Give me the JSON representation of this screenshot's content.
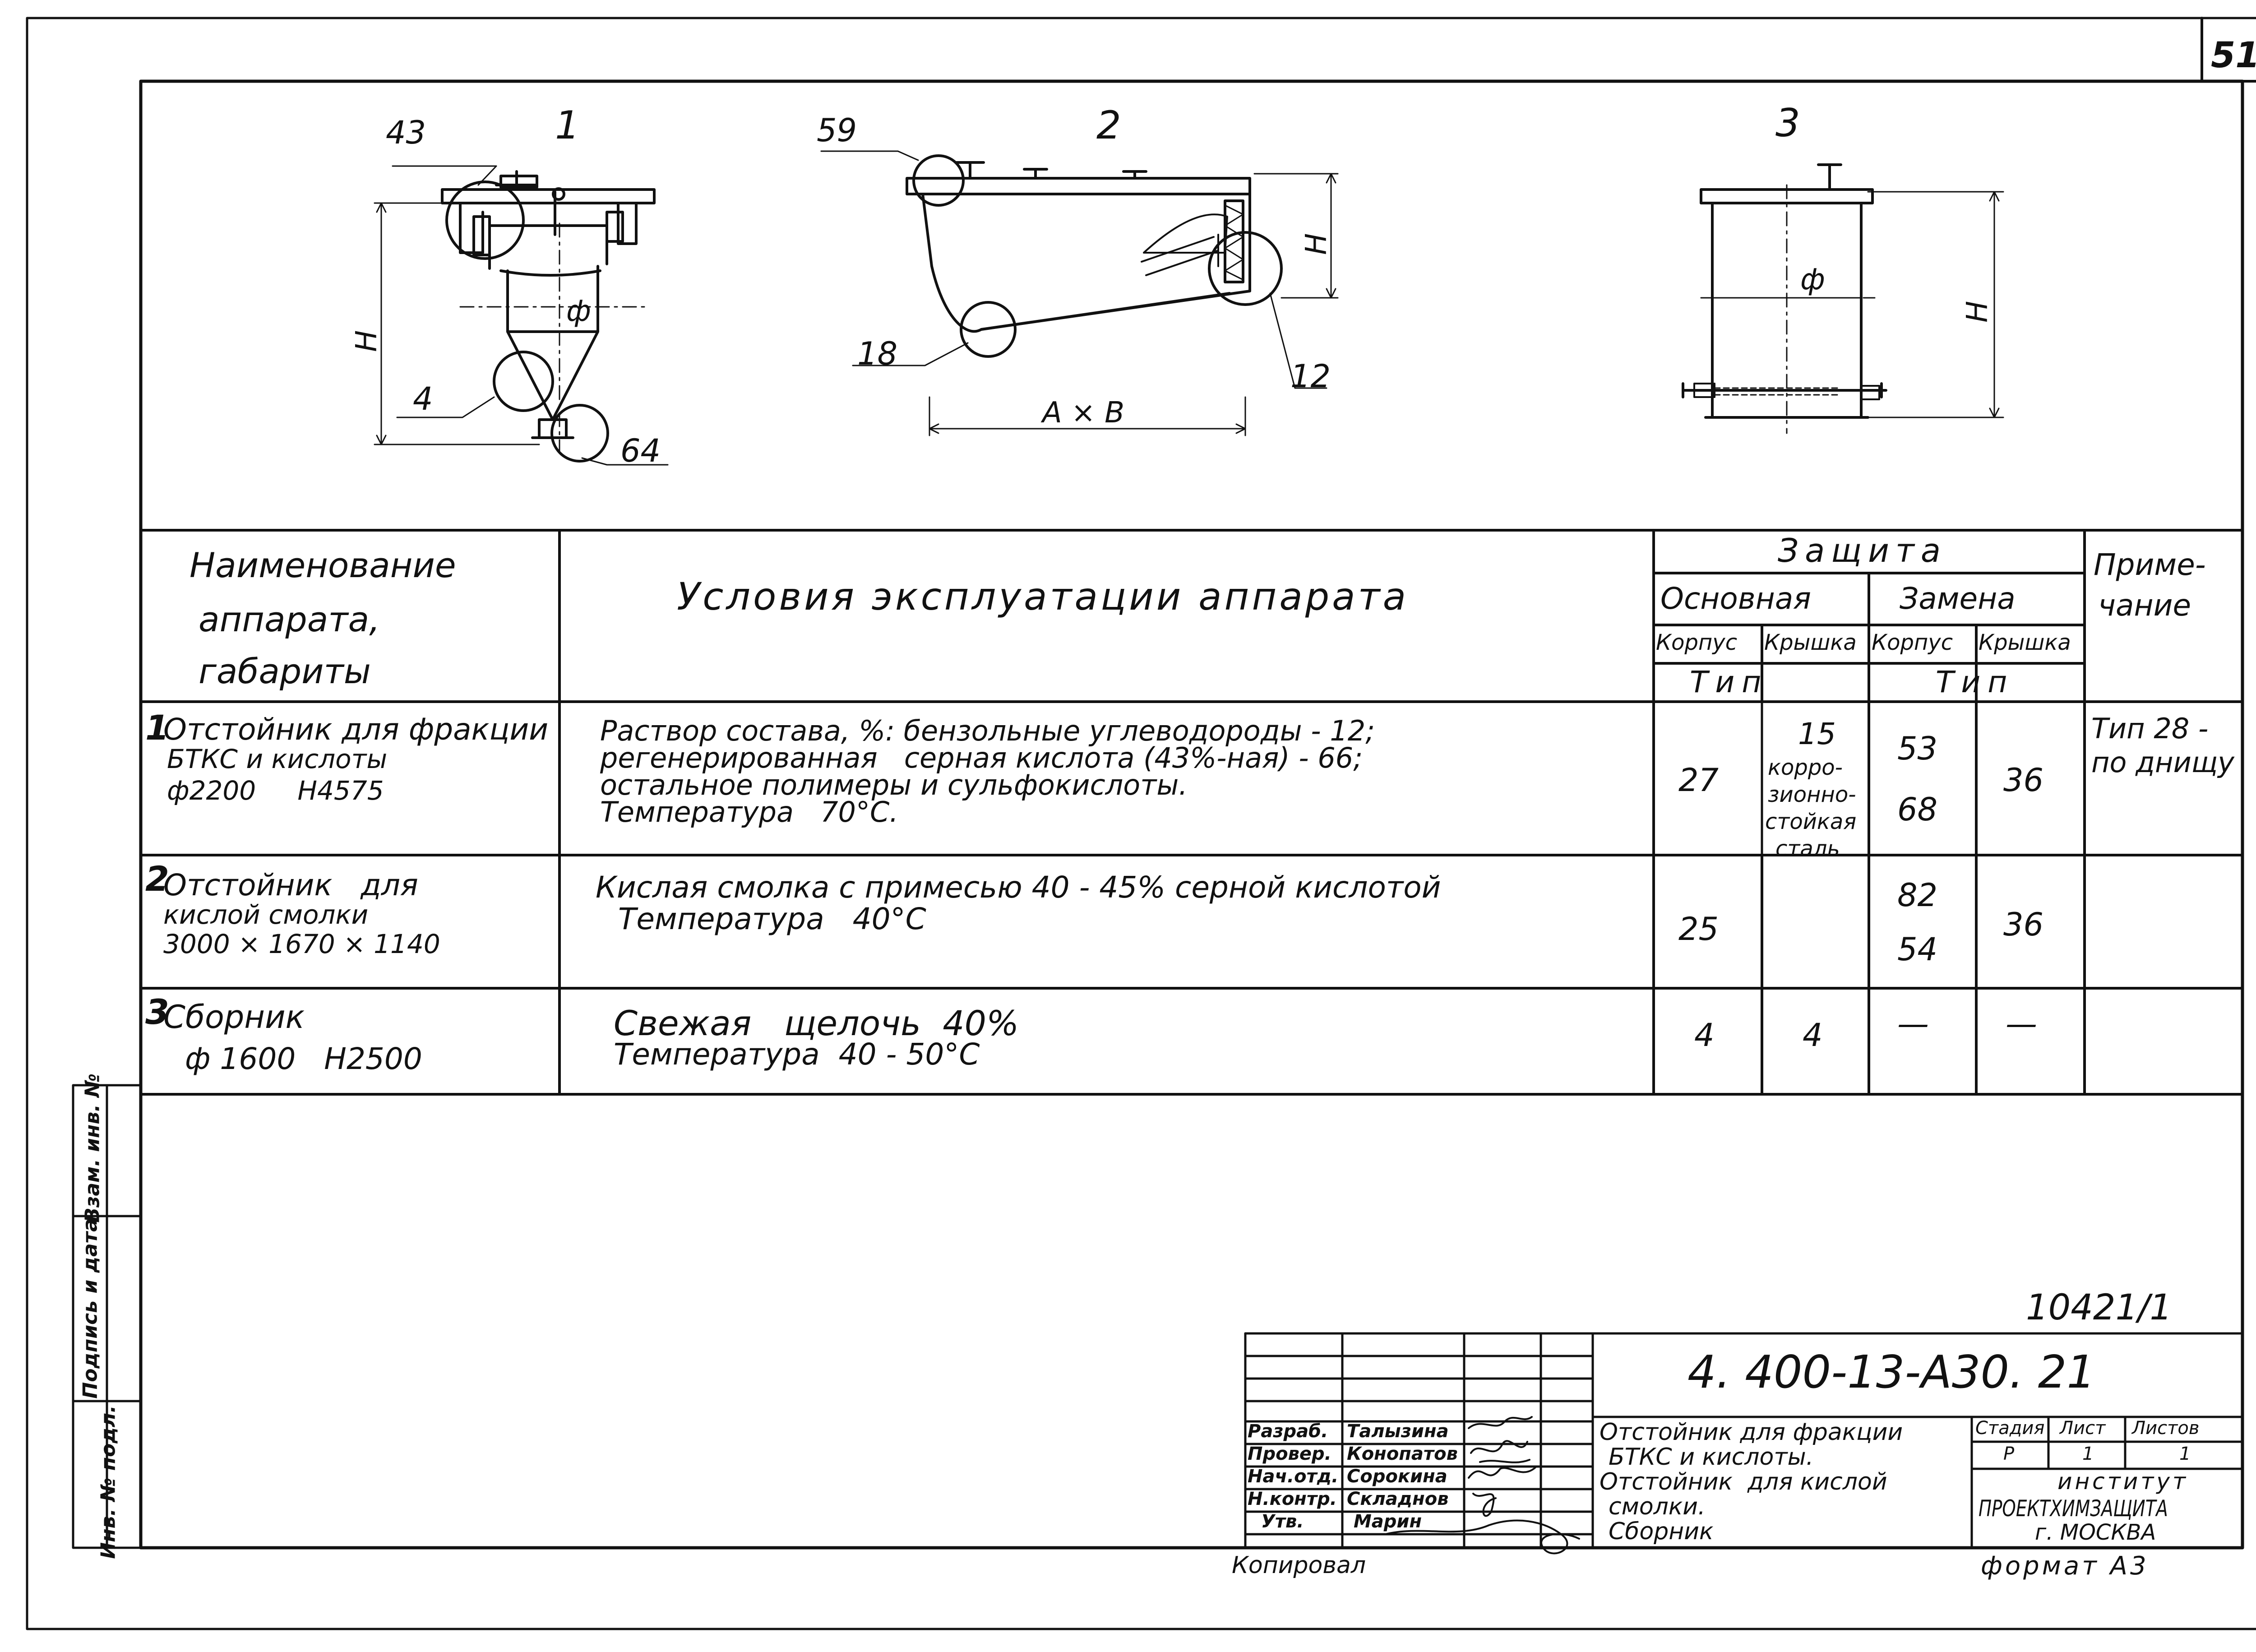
{
  "sheet": {
    "number": "51",
    "copy_stamp": "10421/1",
    "format_label": "формат А3",
    "copied_by": "Копировал"
  },
  "figures": {
    "fig1": {
      "number": "1",
      "callouts": [
        "43",
        "4",
        "64"
      ],
      "dim_height": "Н",
      "dim_diameter": "ф"
    },
    "fig2": {
      "number": "2",
      "callouts": [
        "59",
        "18",
        "12"
      ],
      "dim_height": "Н",
      "dim_base": "А × В"
    },
    "fig3": {
      "number": "3",
      "dim_height": "Н",
      "dim_diameter": "ф"
    }
  },
  "table": {
    "headers": {
      "name_line1": "Наименование",
      "name_line2": "аппарата,",
      "name_line3": "габариты",
      "conditions": "Условия эксплуатации аппарата",
      "protection": "Защита",
      "main": "Основная",
      "replacement": "Замена",
      "body": "Корпус",
      "lid": "Крышка",
      "type": "Тип",
      "note_line1": "Приме-",
      "note_line2": "чание"
    },
    "rows": [
      {
        "num": "1",
        "name": [
          "Отстойник для фракции",
          "БТКС и кислоты",
          "ф2200     Н4575"
        ],
        "conditions": [
          "Раствор состава, %: бензольные углеводороды - 12;",
          "регенерированная   серная кислота (43%-ная) - 66;",
          "остальное полимеры и сульфокислоты.",
          "Температура   70°С."
        ],
        "main_body": "27",
        "main_lid": [
          "15",
          "корро-",
          "зионно-",
          "стойкая",
          "сталь"
        ],
        "repl_body": [
          "53",
          "68"
        ],
        "repl_lid": "36",
        "note": [
          "Тип 28 -",
          "по днищу"
        ]
      },
      {
        "num": "2",
        "name": [
          "Отстойник   для",
          "кислой смолки",
          "3000 × 1670 × 1140"
        ],
        "conditions": [
          "Кислая смолка с примесью 40 - 45% серной кислотой",
          "Температура   40°С"
        ],
        "main_body": "25",
        "repl_body": [
          "82",
          "54"
        ],
        "repl_lid": "36",
        "note": []
      },
      {
        "num": "3",
        "name": [
          "Сборник",
          "ф 1600   Н2500"
        ],
        "conditions": [
          "Свежая   щелочь  40%",
          "Температура  40 - 50°С"
        ],
        "main_body": "4",
        "main_lid": "4",
        "repl_body": "—",
        "repl_lid": "—",
        "note": []
      }
    ]
  },
  "left_margin_labels": [
    "Инв. № подл.",
    "Подпись и дата",
    "Взам. инв. №"
  ],
  "title_block": {
    "designation": "4. 400-13-А30. 21",
    "description": [
      "Отстойник для фракции",
      "БТКС и кислоты.",
      "Отстойник  для кислой",
      "смолки.",
      "Сборник"
    ],
    "roles": [
      {
        "role": "Разраб.",
        "name": "Талызина"
      },
      {
        "role": "Провер.",
        "name": "Конопатов"
      },
      {
        "role": "Нач.отд.",
        "name": "Сорокина"
      },
      {
        "role": "Н.контр.",
        "name": "Складнов"
      },
      {
        "role": "Утв.",
        "name": "Марин"
      }
    ],
    "stage_label": "Стадия",
    "sheet_label": "Лист",
    "sheets_label": "Листов",
    "stage_value": "Р",
    "sheet_value": "1",
    "sheets_value": "1",
    "org": [
      "институт",
      "ПРОЕКТХИМЗАЩИТА",
      "г. МОСКВА"
    ]
  }
}
